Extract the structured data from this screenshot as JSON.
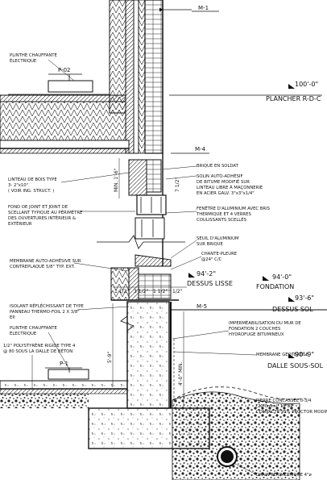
{
  "section_tags": {
    "m1": "M-1",
    "m4": "M-4",
    "m5": "M-5",
    "p02": "P-02",
    "p1": "P-1"
  },
  "elevations": [
    {
      "value": "100'-0\"",
      "label": "PLANCHER R-D-C"
    },
    {
      "value": "94'-2\"",
      "label": "DESSUS LISSE"
    },
    {
      "value": "94'-0\"",
      "label": "FONDATION"
    },
    {
      "value": "93'-6\"",
      "label": "DESSUS SOL"
    },
    {
      "value": "90'-9\"",
      "label": "DALLE SOUS-SOL"
    }
  ],
  "notes_left": [
    [
      "PLINTHE CHAUFFANTE",
      "ÉLECTRIQUE"
    ],
    [
      "LINTEAU DE BOIS TYPE",
      "3- 2\"x10\"",
      "( VOIR ING. STRUCT. )"
    ],
    [
      "FOND DE JOINT ET JOINT DE",
      "SCELLANT TYPIQUE AU PÉRIMÈTRE",
      "DES OUVERTURES INTÉRIEUR &",
      "EXTÉRIEUR"
    ],
    [
      "MEMBRANE AUTO-ADHÉSIVE SUR",
      "CONTREPLAQUÉ 5/8\" TYP. EXT."
    ],
    [
      "ISOLANT RÉFLÉCHISSANT DE TYPE",
      "PANNEAU THERMO-FOIL 2 X 3/8\"",
      "EP."
    ],
    [
      "PLINTHE CHAUFFANTE",
      "ÉLECTRIQUE"
    ],
    [
      "1/2\" POLYSTYRÈNE RIGIDE TYPE 4",
      "@ 80 SOUS LA DALLE DE BÉTON"
    ]
  ],
  "notes_right": [
    [
      "BRIQUE EN SOLDAT"
    ],
    [
      "SOLIN AUTO-ADHÉSIF",
      "DE BITUME MODIFIÉ SUR",
      "LINTEAU LIBRE À MAÇONNERIE",
      "EN ACIER GALV. 3\"x3\"x1/4\""
    ],
    [
      "FENÊTRE D'ALUMINIUM AVEC BRIS",
      "THERMIQUE ET  4 VERRES",
      "COULISSANTS SCELLÉS"
    ],
    [
      "SEUIL D'ALUMINIUM",
      "SUR BRIQUE"
    ],
    [
      "CHANTE-PLEURE",
      "@24\" C/C"
    ],
    [
      "IMPERMÉABILISATION DU MUR DE",
      "FONDATION 2 COUCHES",
      "HYDROFUGE BITUMINEUX"
    ],
    [
      "MEMBRANE GÉOTEXTILE"
    ],
    [
      "PIERRE CONCASSÉE 0-3/4",
      "(20-0mm), 18\"EP.",
      "COMPACTÉ 95% PROCTOR MODIF."
    ],
    [
      "DRAIN PÉRIMÉTRIQUE 4\"ø"
    ]
  ],
  "dimensions": {
    "min_1_6": "MIN. 1'-6\"",
    "d_7_1_2": "7 1/2\"",
    "d_1_1_2a": "1 1/2\"",
    "d_3_1_2": "3 1/2\"",
    "d_1_1_2b": "1 1/2\"",
    "d_1_2": "1/2\"",
    "d_5_9": "5'-9\"",
    "d_4_0": "4'-0\" MIN."
  }
}
